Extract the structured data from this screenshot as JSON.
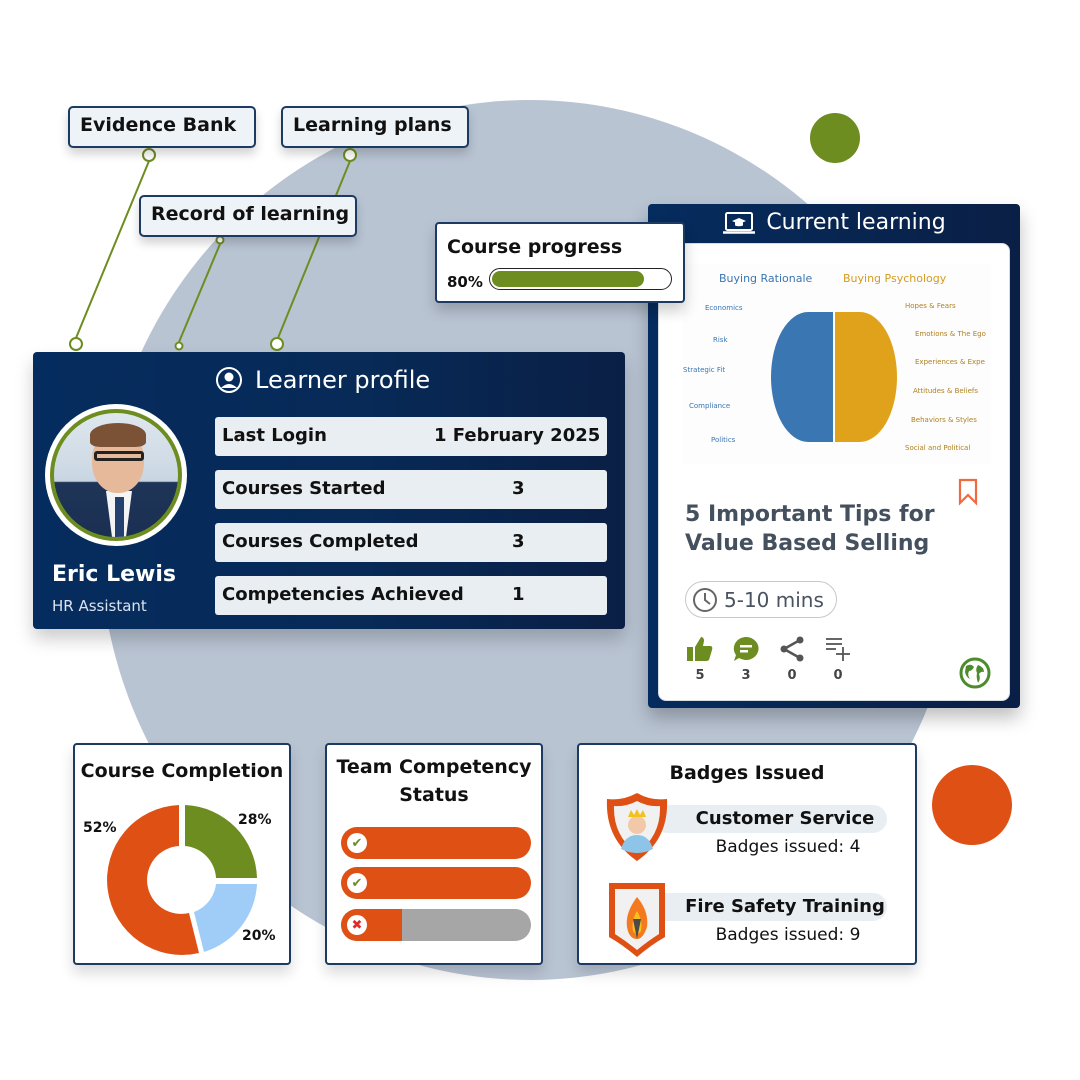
{
  "decor": {
    "accent_green": "#6e8d20",
    "accent_orange": "#df5014",
    "navy": "#052c5e",
    "bg_circle": "#b9c4d3"
  },
  "tags": {
    "evidence_bank": "Evidence Bank",
    "learning_plans": "Learning plans",
    "record_of_learning": "Record of learning"
  },
  "profile": {
    "title": "Learner profile",
    "icon": "user-circle-icon",
    "name": "Eric Lewis",
    "role": "HR Assistant",
    "stats": [
      {
        "label": "Last Login",
        "value": "1 February 2025"
      },
      {
        "label": "Courses Started",
        "value": "3"
      },
      {
        "label": "Courses Completed",
        "value": "3"
      },
      {
        "label": "Competencies Achieved",
        "value": "1"
      }
    ]
  },
  "progress": {
    "title": "Course progress",
    "percent_label": "80%",
    "percent": 80
  },
  "current_learning": {
    "title": "Current learning",
    "icon": "laptop-graduation-icon",
    "image": {
      "left_heading": "Buying Rationale",
      "right_heading": "Buying Psychology",
      "left_items": [
        "Economics",
        "Risk",
        "Strategic Fit",
        "Compliance",
        "Politics"
      ],
      "right_items": [
        "Hopes & Fears",
        "Emotions & The Ego",
        "Experiences & Expe",
        "Attitudes & Beliefs",
        "Behaviors & Styles",
        "Social and Political"
      ]
    },
    "course_title": "5 Important Tips for Value Based Selling",
    "duration": "5-10 mins",
    "actions": [
      {
        "icon": "thumbs-up-icon",
        "count": "5"
      },
      {
        "icon": "comment-icon",
        "count": "3"
      },
      {
        "icon": "share-icon",
        "count": "0"
      },
      {
        "icon": "add-to-playlist-icon",
        "count": "0"
      }
    ]
  },
  "completion": {
    "title": "Course Completion",
    "labels": {
      "green": "28%",
      "blue": "20%",
      "orange": "52%"
    }
  },
  "competency": {
    "title": "Team Competency Status",
    "bars": [
      {
        "status": "achieved",
        "fill": 100
      },
      {
        "status": "achieved",
        "fill": 100
      },
      {
        "status": "not-achieved",
        "fill": 32
      }
    ]
  },
  "badges": {
    "title": "Badges Issued",
    "items": [
      {
        "name": "Customer Service",
        "count_label": "Badges issued: 4"
      },
      {
        "name": "Fire Safety Training",
        "count_label": "Badges issued: 9"
      }
    ]
  },
  "chart_data": {
    "type": "pie",
    "title": "Course Completion",
    "categories": [
      "Green segment",
      "Light blue segment",
      "Orange segment"
    ],
    "values": [
      28,
      20,
      52
    ],
    "colors": [
      "#6e8d20",
      "#9fcdf7",
      "#df5014"
    ],
    "donut": true
  }
}
